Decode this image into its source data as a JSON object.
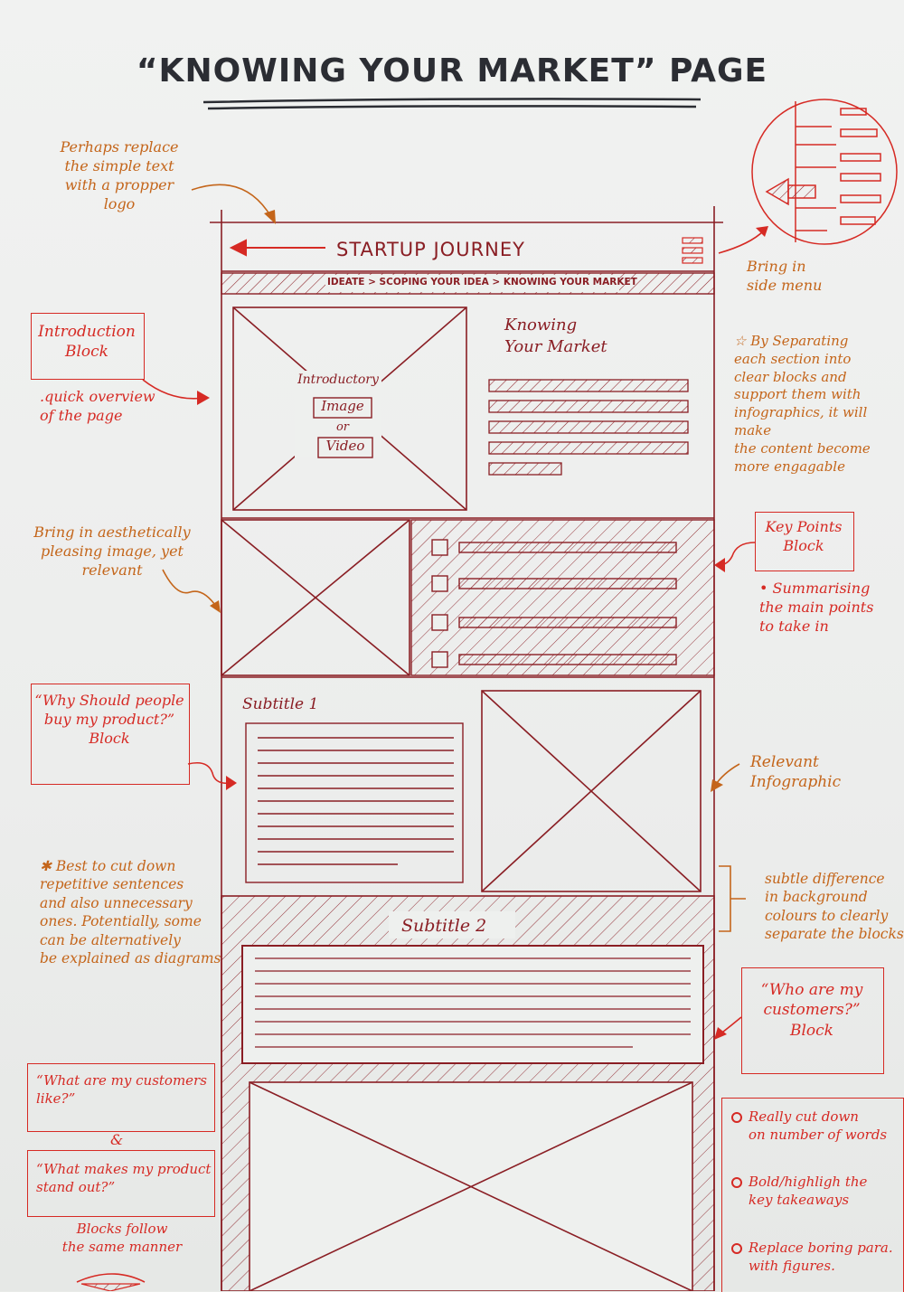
{
  "page_title": "“KNOWING YOUR MARKET” PAGE",
  "wireframe": {
    "site_title": "STARTUP JOURNEY",
    "breadcrumb": "IDEATE > SCOPING YOUR IDEA > KNOWING YOUR MARKET",
    "intro_heading": "Knowing\nYour Market",
    "intro_media": {
      "line1": "Introductory",
      "line2": "Image",
      "line3": "or",
      "line4": "Video"
    },
    "subtitle1": "Subtitle 1",
    "subtitle2": "Subtitle 2"
  },
  "annotations": {
    "logo_note": "Perhaps replace\nthe simple text\nwith a propper\nlogo",
    "side_menu_note": "Bring in\nside menu",
    "intro_block_label": "Introduction\nBlock",
    "intro_block_desc": ".quick overview\nof the page",
    "separating_note": "☆ By Separating\neach section into\nclear blocks and\nsupport them with\ninfographics, it will make\nthe content become\nmore engagable",
    "key_points_label": "Key Points\nBlock",
    "key_points_desc": "• Summarising\nthe main points\nto take in",
    "aesthetic_note": "Bring in aesthetically\npleasing image, yet\nrelevant",
    "why_block_label": "“Why Should people\nbuy my product?”\nBlock",
    "infographic_note": "Relevant\nInfographic",
    "cut_down_note": "✱ Best to cut down\nrepetitive sentences\nand also unnecessary\nones. Potentially, some\ncan be alternatively\nbe explained as diagrams",
    "background_note": "subtle difference\nin background\ncolours to clearly\nseparate the blocks",
    "customers_block_label": "“Who are my\ncustomers?”\nBlock",
    "customers_like_label": "“What are my customers\nlike?”",
    "ampersand": "&",
    "stand_out_label": "“What makes my product\nstand out?”",
    "blocks_follow_note": "Blocks follow\nthe same manner",
    "tips": [
      "Really cut down\non number of words",
      "Bold/highligh the\nkey takeaways",
      "Replace boring para.\nwith figures."
    ]
  },
  "colors": {
    "ink_red": "#d62a24",
    "ink_dark_red": "#8a1e24",
    "ink_orange": "#c4651a",
    "ink_black": "#2b2d33"
  }
}
